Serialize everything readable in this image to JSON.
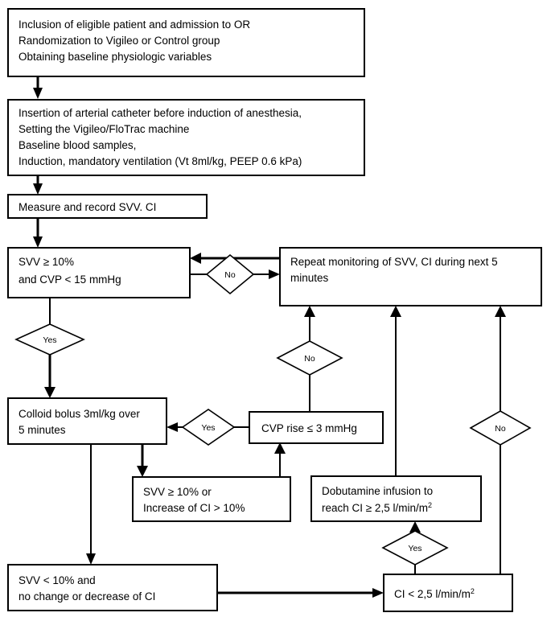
{
  "diagram": {
    "title": "Goal-directed hemodynamic therapy study protocol flowchart",
    "type": "flowchart",
    "colors": {
      "background": "#ffffff",
      "stroke": "#000000",
      "fill": "#ffffff"
    },
    "nodes": [
      {
        "id": "inclusion",
        "shape": "process",
        "lines": [
          "Inclusion of eligible patient and admission to OR",
          "Randomization to Vigileo or Control group",
          "Obtaining baseline physiologic variables"
        ]
      },
      {
        "id": "insertion",
        "shape": "process",
        "lines": [
          "Insertion of arterial catheter before induction of anesthesia,",
          "Setting the Vigileo/FloTrac machine",
          "Baseline blood samples,",
          "Induction, mandatory ventilation (Vt 8ml/kg, PEEP 0.6 kPa)"
        ]
      },
      {
        "id": "measure",
        "shape": "process",
        "lines": [
          "Measure and record SVV. CI"
        ]
      },
      {
        "id": "svv-cvp",
        "shape": "process",
        "lines": [
          "SVV ≥ 10%",
          "and CVP < 15 mmHg"
        ]
      },
      {
        "id": "repeat",
        "shape": "process",
        "lines": [
          "Repeat monitoring of SVV, CI during next  5",
          "minutes"
        ]
      },
      {
        "id": "colloid",
        "shape": "process",
        "lines": [
          "Colloid bolus 3ml/kg over",
          "5 minutes"
        ]
      },
      {
        "id": "cvp-rise",
        "shape": "process",
        "lines": [
          "CVP rise ≤ 3 mmHg"
        ]
      },
      {
        "id": "svv-increase",
        "shape": "process",
        "lines": [
          "SVV ≥ 10% or",
          "Increase of CI > 10%"
        ]
      },
      {
        "id": "dobutamine",
        "shape": "process",
        "lines": [
          "Dobutamine infusion to",
          "reach CI ≥ 2,5 l/min/m²"
        ]
      },
      {
        "id": "svv-low",
        "shape": "process",
        "lines": [
          "SVV < 10% and",
          "no change or decrease of CI"
        ]
      },
      {
        "id": "ci-low",
        "shape": "process",
        "lines": [
          "CI < 2,5 l/min/m²"
        ]
      }
    ],
    "decisions": [
      {
        "id": "no-svv-cvp",
        "label": "No"
      },
      {
        "id": "yes-svv-cvp",
        "label": "Yes"
      },
      {
        "id": "no-cvp-rise",
        "label": "No"
      },
      {
        "id": "yes-cvp-rise",
        "label": "Yes"
      },
      {
        "id": "yes-ci-low",
        "label": "Yes"
      },
      {
        "id": "no-ci-low",
        "label": "No"
      }
    ],
    "text": {
      "inclusion_l1": "Inclusion of eligible patient and admission to OR",
      "inclusion_l2": "Randomization to Vigileo or Control group",
      "inclusion_l3": "Obtaining baseline physiologic variables",
      "insertion_l1": "Insertion of arterial catheter before induction of anesthesia,",
      "insertion_l2": "Setting the Vigileo/FloTrac machine",
      "insertion_l3": "Baseline blood samples,",
      "insertion_l4": "Induction, mandatory ventilation (Vt 8ml/kg, PEEP 0.6 kPa)",
      "measure_l1": "Measure and record SVV. CI",
      "svv_cvp_l1": "SVV ≥ 10%",
      "svv_cvp_l2": "and CVP < 15 mmHg",
      "repeat_l1": "Repeat monitoring of SVV, CI during next  5",
      "repeat_l2": "minutes",
      "colloid_l1": "Colloid bolus 3ml/kg over",
      "colloid_l2": "5 minutes",
      "cvp_rise_l1": "CVP rise ≤ 3 mmHg",
      "svv_increase_l1": "SVV ≥ 10% or",
      "svv_increase_l2": "Increase of CI > 10%",
      "dobutamine_l1": "Dobutamine infusion to",
      "dobutamine_l2a": "reach CI ≥ 2,5 l/min/m",
      "dobutamine_l2b": "2",
      "svv_low_l1": "SVV < 10% and",
      "svv_low_l2": "no change or decrease of CI",
      "ci_low_l1a": "CI < 2,5 l/min/m",
      "ci_low_l1b": "2",
      "label_no_1": "No",
      "label_yes_1": "Yes",
      "label_no_2": "No",
      "label_yes_2": "Yes",
      "label_yes_3": "Yes",
      "label_no_3": "No"
    }
  }
}
